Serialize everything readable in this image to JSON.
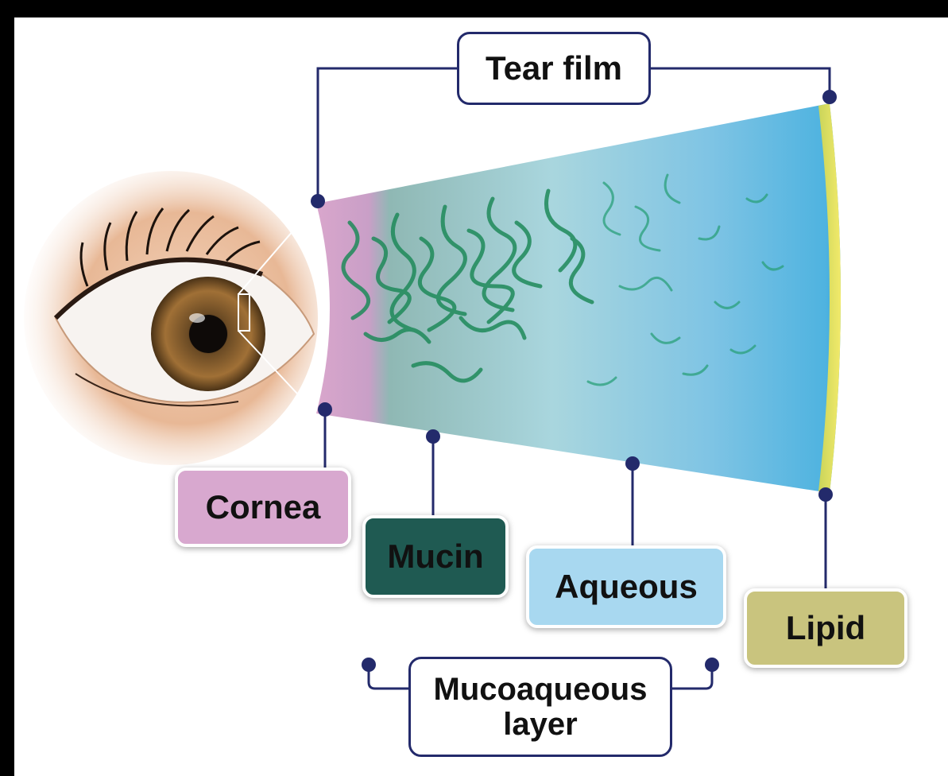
{
  "labels": {
    "tear_film": "Tear film",
    "cornea": "Cornea",
    "mucin": "Mucin",
    "aqueous": "Aqueous",
    "lipid": "Lipid",
    "mucoaqueous_line1": "Mucoaqueous",
    "mucoaqueous_line2": "layer"
  },
  "colors": {
    "connector": "#232a6b",
    "cornea": "#d8a8cf",
    "mucin": "#1f5a52",
    "aqueous": "#a8d8f0",
    "lipid": "#c9c47e",
    "lipid_edge": "#e6e07a"
  },
  "icons": {
    "eye": "eye-illustration",
    "tear_film_wedge": "tear-film-cross-section"
  }
}
